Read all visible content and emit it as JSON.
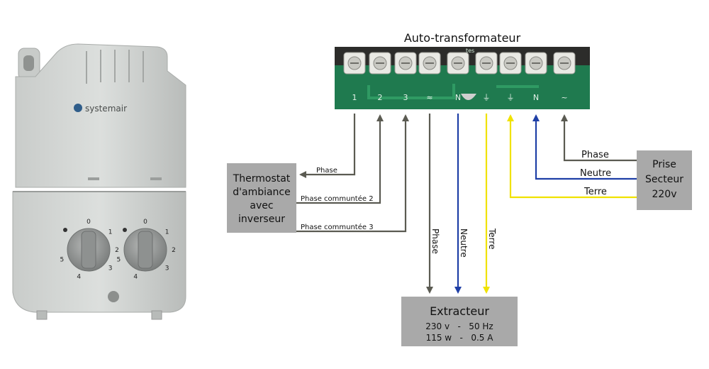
{
  "device": {
    "brand": "systemair",
    "dial_left_numbers": [
      "0",
      "1",
      "2",
      "3",
      "4",
      "5"
    ],
    "dial_right_numbers": [
      "0",
      "1",
      "2",
      "3",
      "4",
      "5"
    ]
  },
  "board": {
    "title": "Auto-transformateur",
    "silk_text": "tes",
    "terminals": [
      "1",
      "2",
      "3",
      "≈",
      "N",
      "⏚",
      "⏚",
      "N",
      "~"
    ]
  },
  "boxes": {
    "thermostat": [
      "Thermostat",
      "d'ambiance",
      "avec",
      "inverseur"
    ],
    "prise": [
      "Prise",
      "Secteur",
      "220v"
    ],
    "extracteur": {
      "title": "Extracteur",
      "line1": "230 v   -   50 Hz",
      "line2": "115 w   -   0.5 A"
    }
  },
  "wires": {
    "thermo_phase": "Phase",
    "thermo_phase2": "Phase communtée 2",
    "thermo_phase3": "Phase communtée 3",
    "extr_phase": "Phase",
    "extr_neutre": "Neutre",
    "extr_terre": "Terre",
    "prise_phase": "Phase",
    "prise_neutre": "Neutre",
    "prise_terre": "Terre"
  },
  "colors": {
    "phase": "#5b5b52",
    "neutre": "#1f3fa6",
    "terre": "#f0e200",
    "box": "#a9a9a9",
    "pcb": "#1f7a4f"
  }
}
